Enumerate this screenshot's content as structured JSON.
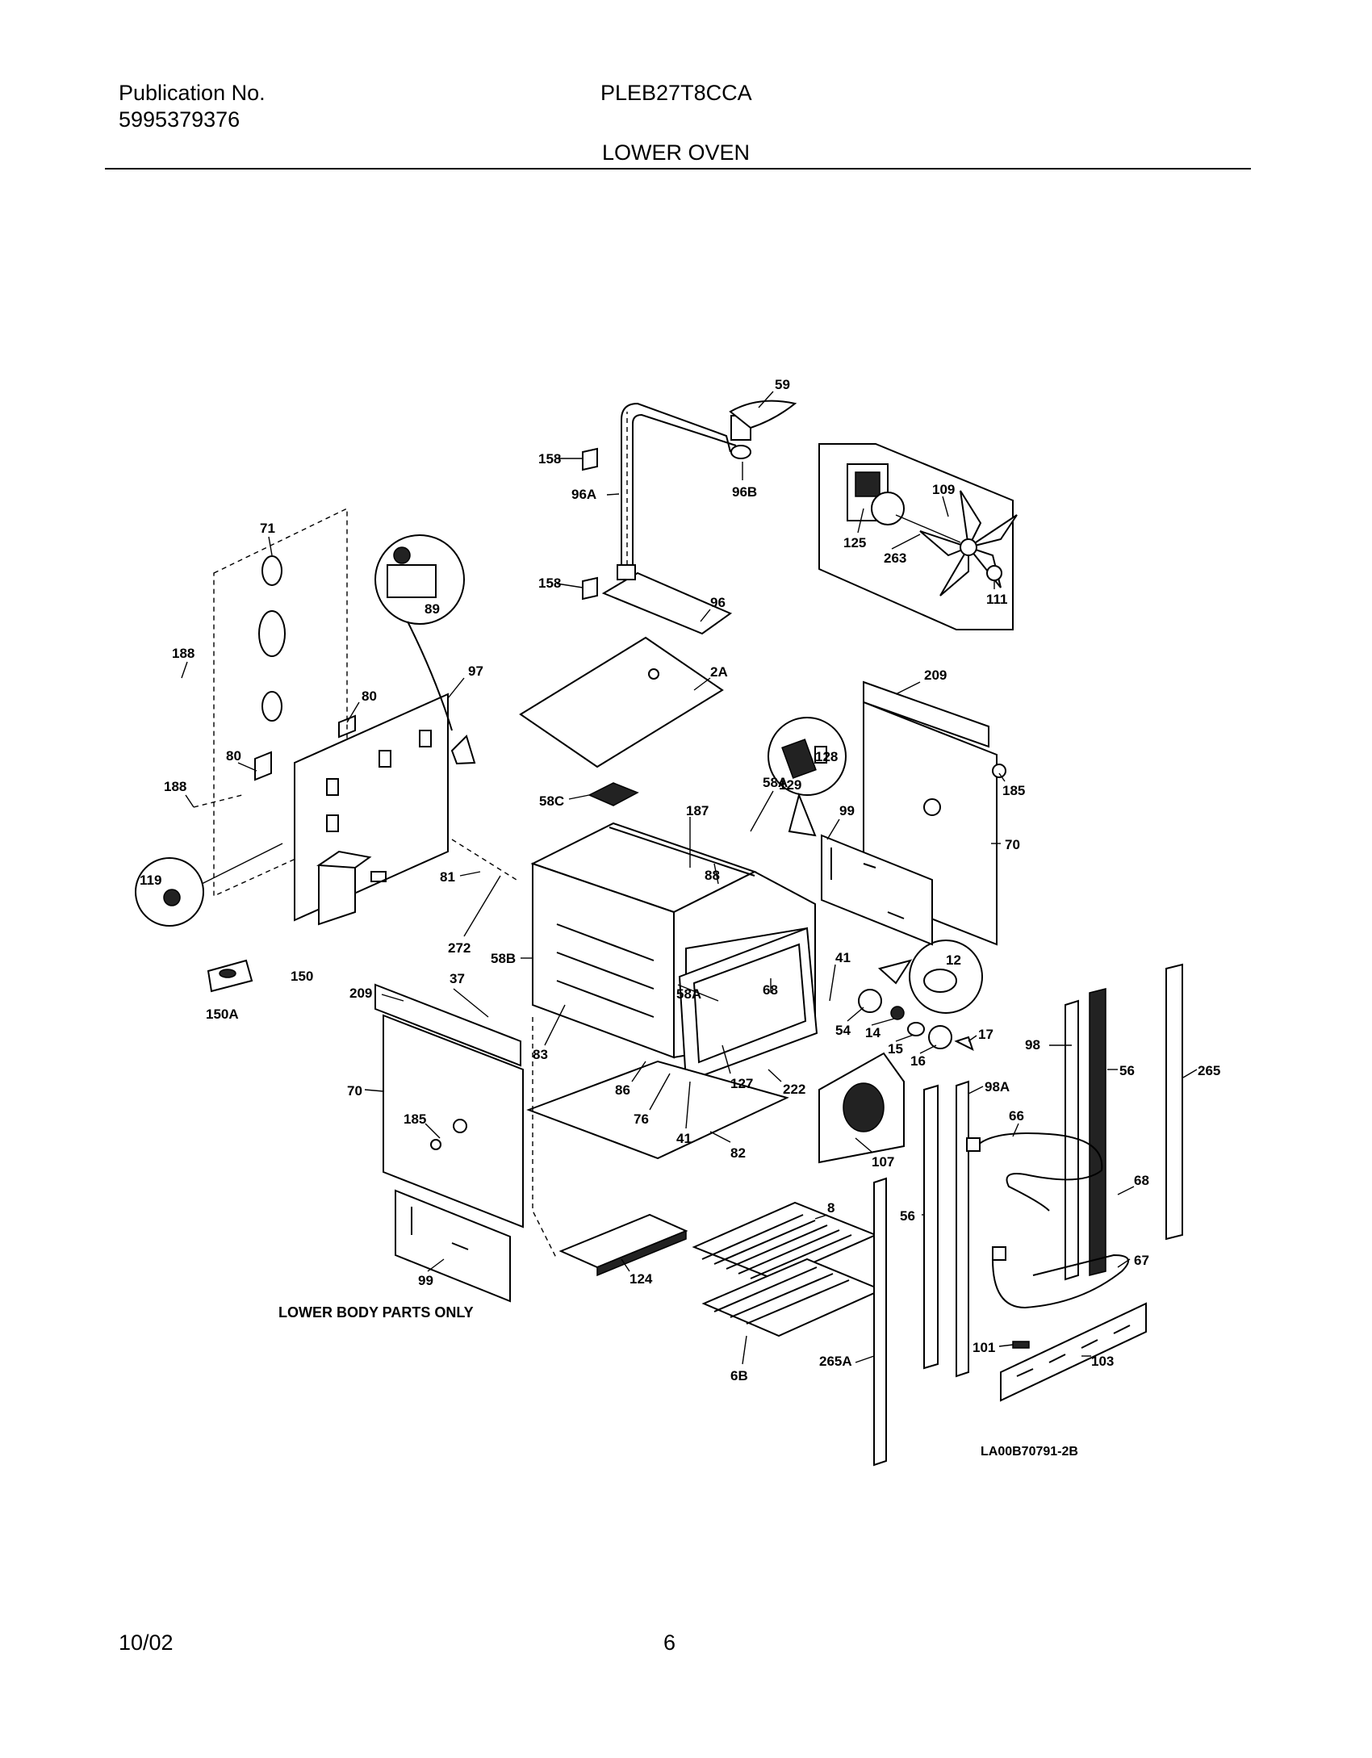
{
  "header": {
    "publication_label": "Publication No.",
    "publication_number": "5995379376",
    "model": "PLEB27T8CCA",
    "section_title": "LOWER OVEN"
  },
  "diagram": {
    "note": "LOWER BODY PARTS ONLY",
    "drawing_code": "LA00B70791-2B",
    "callouts": {
      "c59": "59",
      "c158a": "158",
      "c96b": "96B",
      "c96a": "96A",
      "c158b": "158",
      "c96": "96",
      "c109": "109",
      "c125": "125",
      "c263": "263",
      "c111": "111",
      "c71": "71",
      "c89": "89",
      "c97": "97",
      "c80a": "80",
      "c80b": "80",
      "c188a": "188",
      "c188b": "188",
      "c2a": "2A",
      "c209a": "209",
      "c128": "128",
      "c129": "129",
      "c185a": "185",
      "c58c": "58C",
      "c58a": "58A",
      "c99a": "99",
      "c70a": "70",
      "c187": "187",
      "c88": "88",
      "c81": "81",
      "c119": "119",
      "c272": "272",
      "c150": "150",
      "c150a": "150A",
      "c58b": "58B",
      "c37": "37",
      "c12": "12",
      "c41a": "41",
      "c68a": "68",
      "c58aa": "58A",
      "c54": "54",
      "c14": "14",
      "c15": "15",
      "c16": "16",
      "c17": "17",
      "c209b": "209",
      "c83": "83",
      "c86": "86",
      "c127": "127",
      "c222": "222",
      "c76": "76",
      "c41b": "41",
      "c70b": "70",
      "c185b": "185",
      "c82": "82",
      "c107": "107",
      "c98": "98",
      "c56a": "56",
      "c265": "265",
      "c98a": "98A",
      "c66": "66",
      "c68b": "68",
      "c56b": "56",
      "c8": "8",
      "c124": "124",
      "c99b": "99",
      "c67": "67",
      "c101": "101",
      "c103": "103",
      "c265a": "265A",
      "c6b": "6B"
    }
  },
  "footer": {
    "date": "10/02",
    "page_number": "6"
  }
}
